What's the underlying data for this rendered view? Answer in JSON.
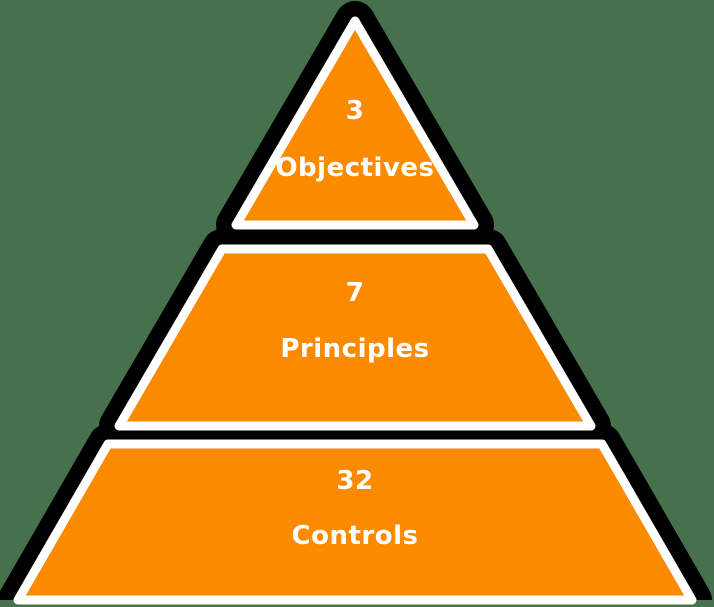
{
  "diagram": {
    "type": "pyramid",
    "levels": 3,
    "colors": {
      "background": "#47704D",
      "tier_fill": "#FA8A00",
      "tier_inner_border": "#FFFFFF",
      "tier_outline": "#000000",
      "text": "#FFFFFF"
    },
    "tiers": [
      {
        "id": "objectives",
        "count": "3",
        "label": "Objectives"
      },
      {
        "id": "principles",
        "count": "7",
        "label": "Principles"
      },
      {
        "id": "controls",
        "count": "32",
        "label": "Controls"
      }
    ]
  }
}
